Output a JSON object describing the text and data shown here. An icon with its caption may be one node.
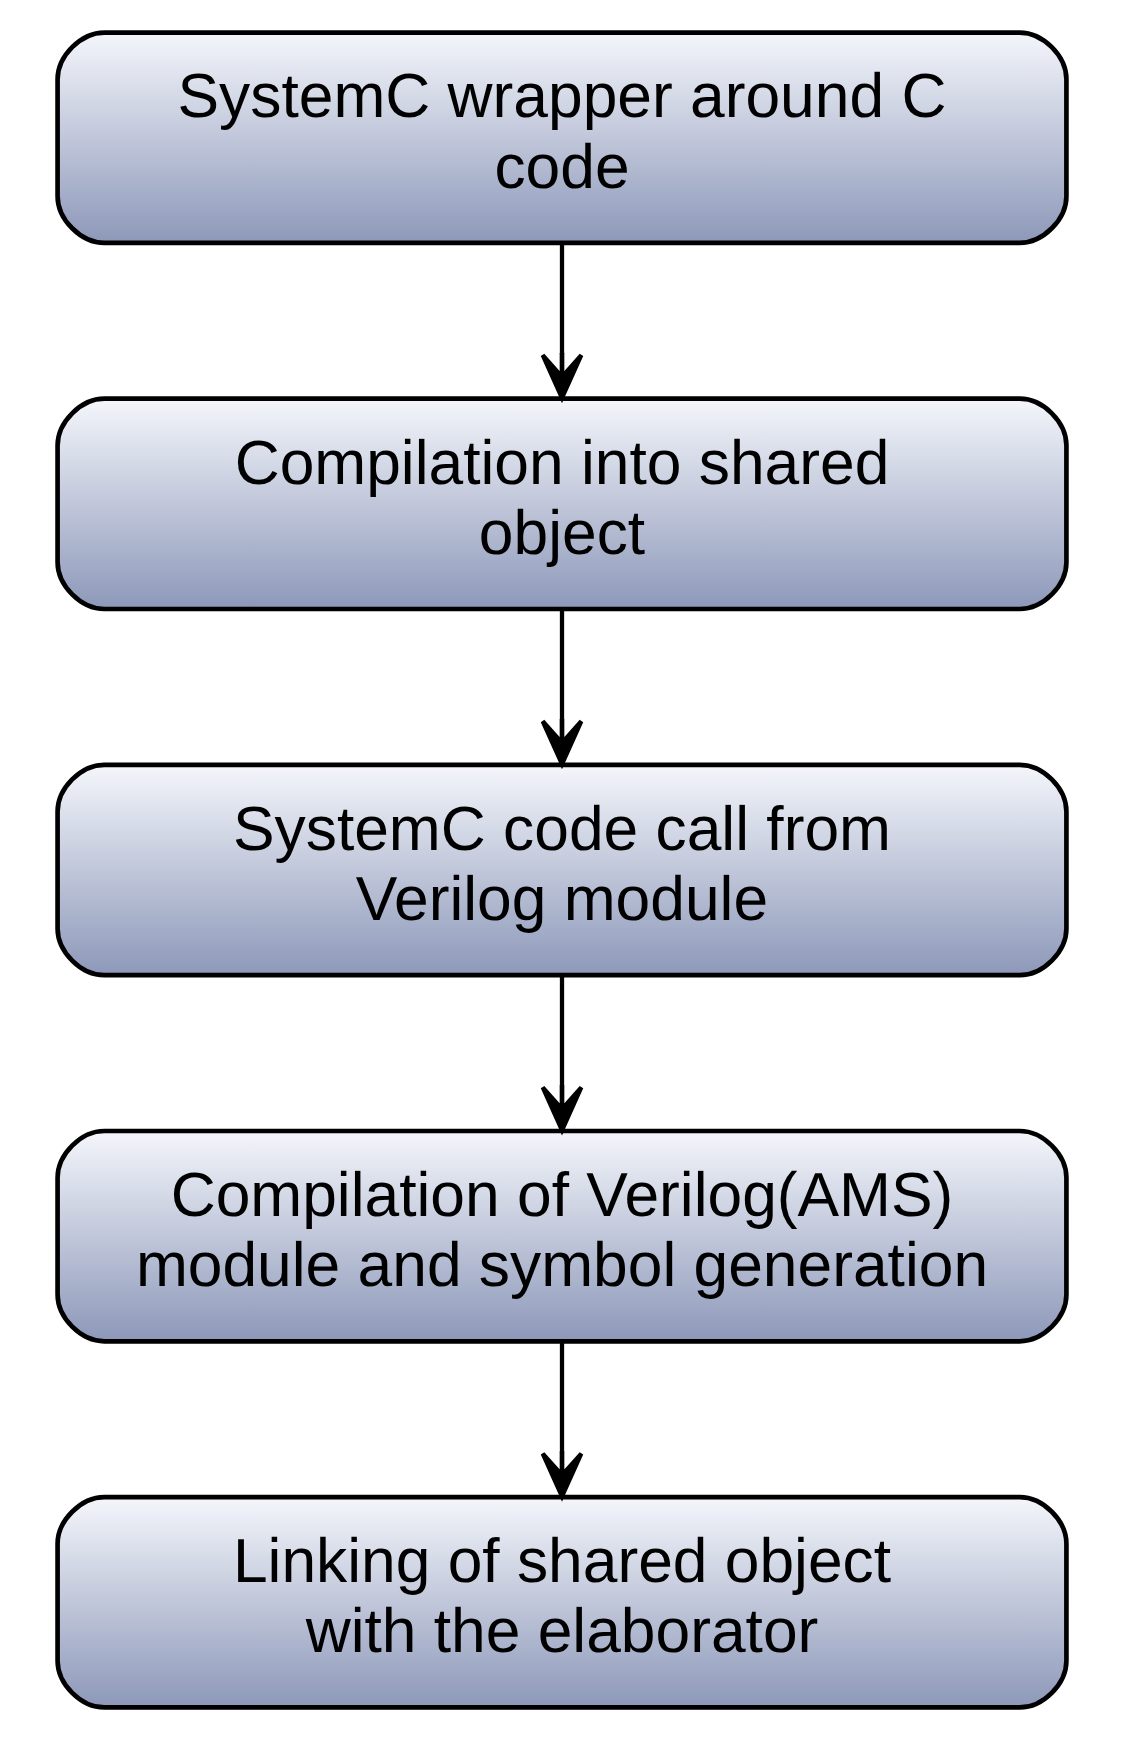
{
  "diagram": {
    "nodes": [
      {
        "text": [
          "SystemC wrapper around C code"
        ]
      },
      {
        "text": [
          "Compilation into shared object"
        ]
      },
      {
        "text": [
          "SystemC code call from Verilog module"
        ]
      },
      {
        "text": [
          "Compilation of Verilog(AMS) module and symbol generation"
        ]
      },
      {
        "text": [
          "Linking of shared object with the elaborator"
        ]
      }
    ],
    "edges": [
      {
        "from": 0,
        "to": 1,
        "arrow": "to"
      },
      {
        "from": 1,
        "to": 2,
        "arrow": "to"
      },
      {
        "from": 2,
        "to": 3,
        "arrow": "to"
      },
      {
        "from": 3,
        "to": 4,
        "arrow": "to"
      }
    ]
  }
}
